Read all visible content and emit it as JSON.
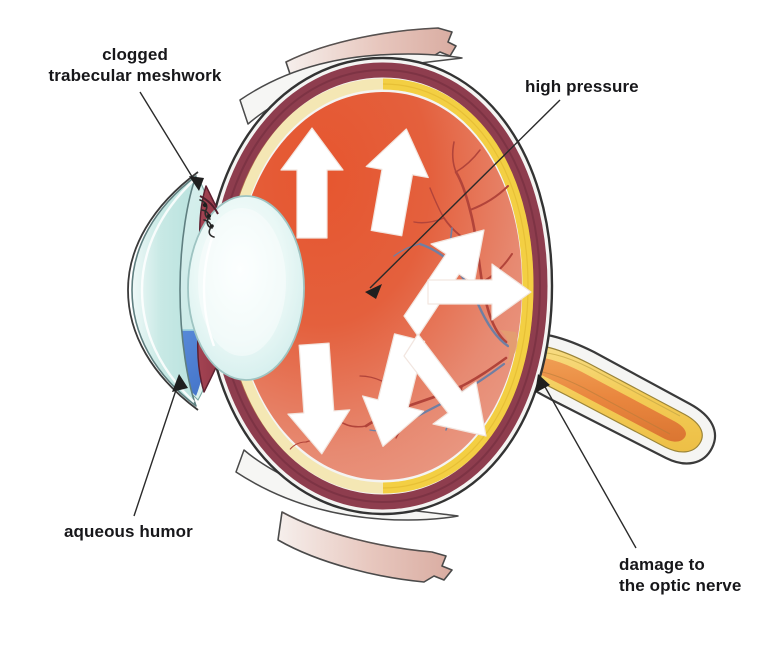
{
  "figure": {
    "title": "Glaucoma: high intraocular pressure in a cross-section of the human eye",
    "background_color": "#ffffff"
  },
  "labels": {
    "clogged": "clogged\ntrabecular meshwork",
    "high_pressure": "high pressure",
    "aqueous_humor": "aqueous humor",
    "optic_nerve_damage": "damage to\nthe optic nerve"
  },
  "colors": {
    "vitreous_upper": "#e3522e",
    "vitreous_lower": "#e8917c",
    "retina_yellow": "#f3cf43",
    "choroid_maroon": "#8e3d4e",
    "sclera_white": "#f4f4f2",
    "sclera_outline": "#3a3a3a",
    "cornea_cyan": "#cbeae6",
    "lens_pale": "#e6f5f3",
    "aqueous_blue": "#4a7fd4",
    "iris_maroon": "#93384a",
    "muscle_pink": "#e8c3bb",
    "nerve_yellow": "#f6d369",
    "nerve_core_orange": "#e8803c",
    "vessel_red": "#b2443a",
    "vessel_blue": "#6f7fa3",
    "arrow_white": "#ffffff",
    "leader_line": "#2a2a2a",
    "text": "#17171a"
  },
  "anatomy": {
    "parts": [
      {
        "name": "sclera",
        "description": "outer white protective coat of the eyeball"
      },
      {
        "name": "choroid",
        "description": "dark maroon vascular layer beneath the sclera"
      },
      {
        "name": "retina",
        "description": "yellow inner light-sensitive layer"
      },
      {
        "name": "vitreous-body",
        "description": "orange-red gel filling the posterior chamber"
      },
      {
        "name": "cornea",
        "description": "pale cyan transparent dome at the front"
      },
      {
        "name": "anterior-chamber",
        "description": "space between cornea and lens holding aqueous humor"
      },
      {
        "name": "lens",
        "description": "pale crystalline lens behind the iris"
      },
      {
        "name": "iris",
        "description": "maroon muscular ring controlling the pupil"
      },
      {
        "name": "ciliary-body",
        "description": "pale ridged tissue anchoring the lens"
      },
      {
        "name": "trabecular-meshwork",
        "description": "drainage angle, blocked in glaucoma"
      },
      {
        "name": "optic-nerve",
        "description": "yellow nerve bundle exiting posteriorly"
      },
      {
        "name": "retinal-vessels",
        "description": "branching red and blue vessels on the retina"
      },
      {
        "name": "superior-rectus-muscle",
        "description": "pink extraocular muscle above the globe"
      },
      {
        "name": "inferior-rectus-muscle",
        "description": "pink extraocular muscle below the globe"
      }
    ]
  },
  "pressure_arrows": {
    "count": 6,
    "description": "white block arrows radiating outward inside the vitreous body showing raised intraocular pressure",
    "directions": [
      "up",
      "up-right",
      "up-right",
      "right",
      "down",
      "down",
      "down-right"
    ]
  },
  "leaders": [
    {
      "name": "leader-clogged",
      "from_label": "clogged",
      "points_to": "trabecular-meshwork"
    },
    {
      "name": "leader-high-pressure",
      "from_label": "high_pressure",
      "points_to": "vitreous-body"
    },
    {
      "name": "leader-aqueous",
      "from_label": "aqueous_humor",
      "points_to": "anterior-chamber"
    },
    {
      "name": "leader-damage",
      "from_label": "optic_nerve_damage",
      "points_to": "optic-nerve"
    }
  ]
}
